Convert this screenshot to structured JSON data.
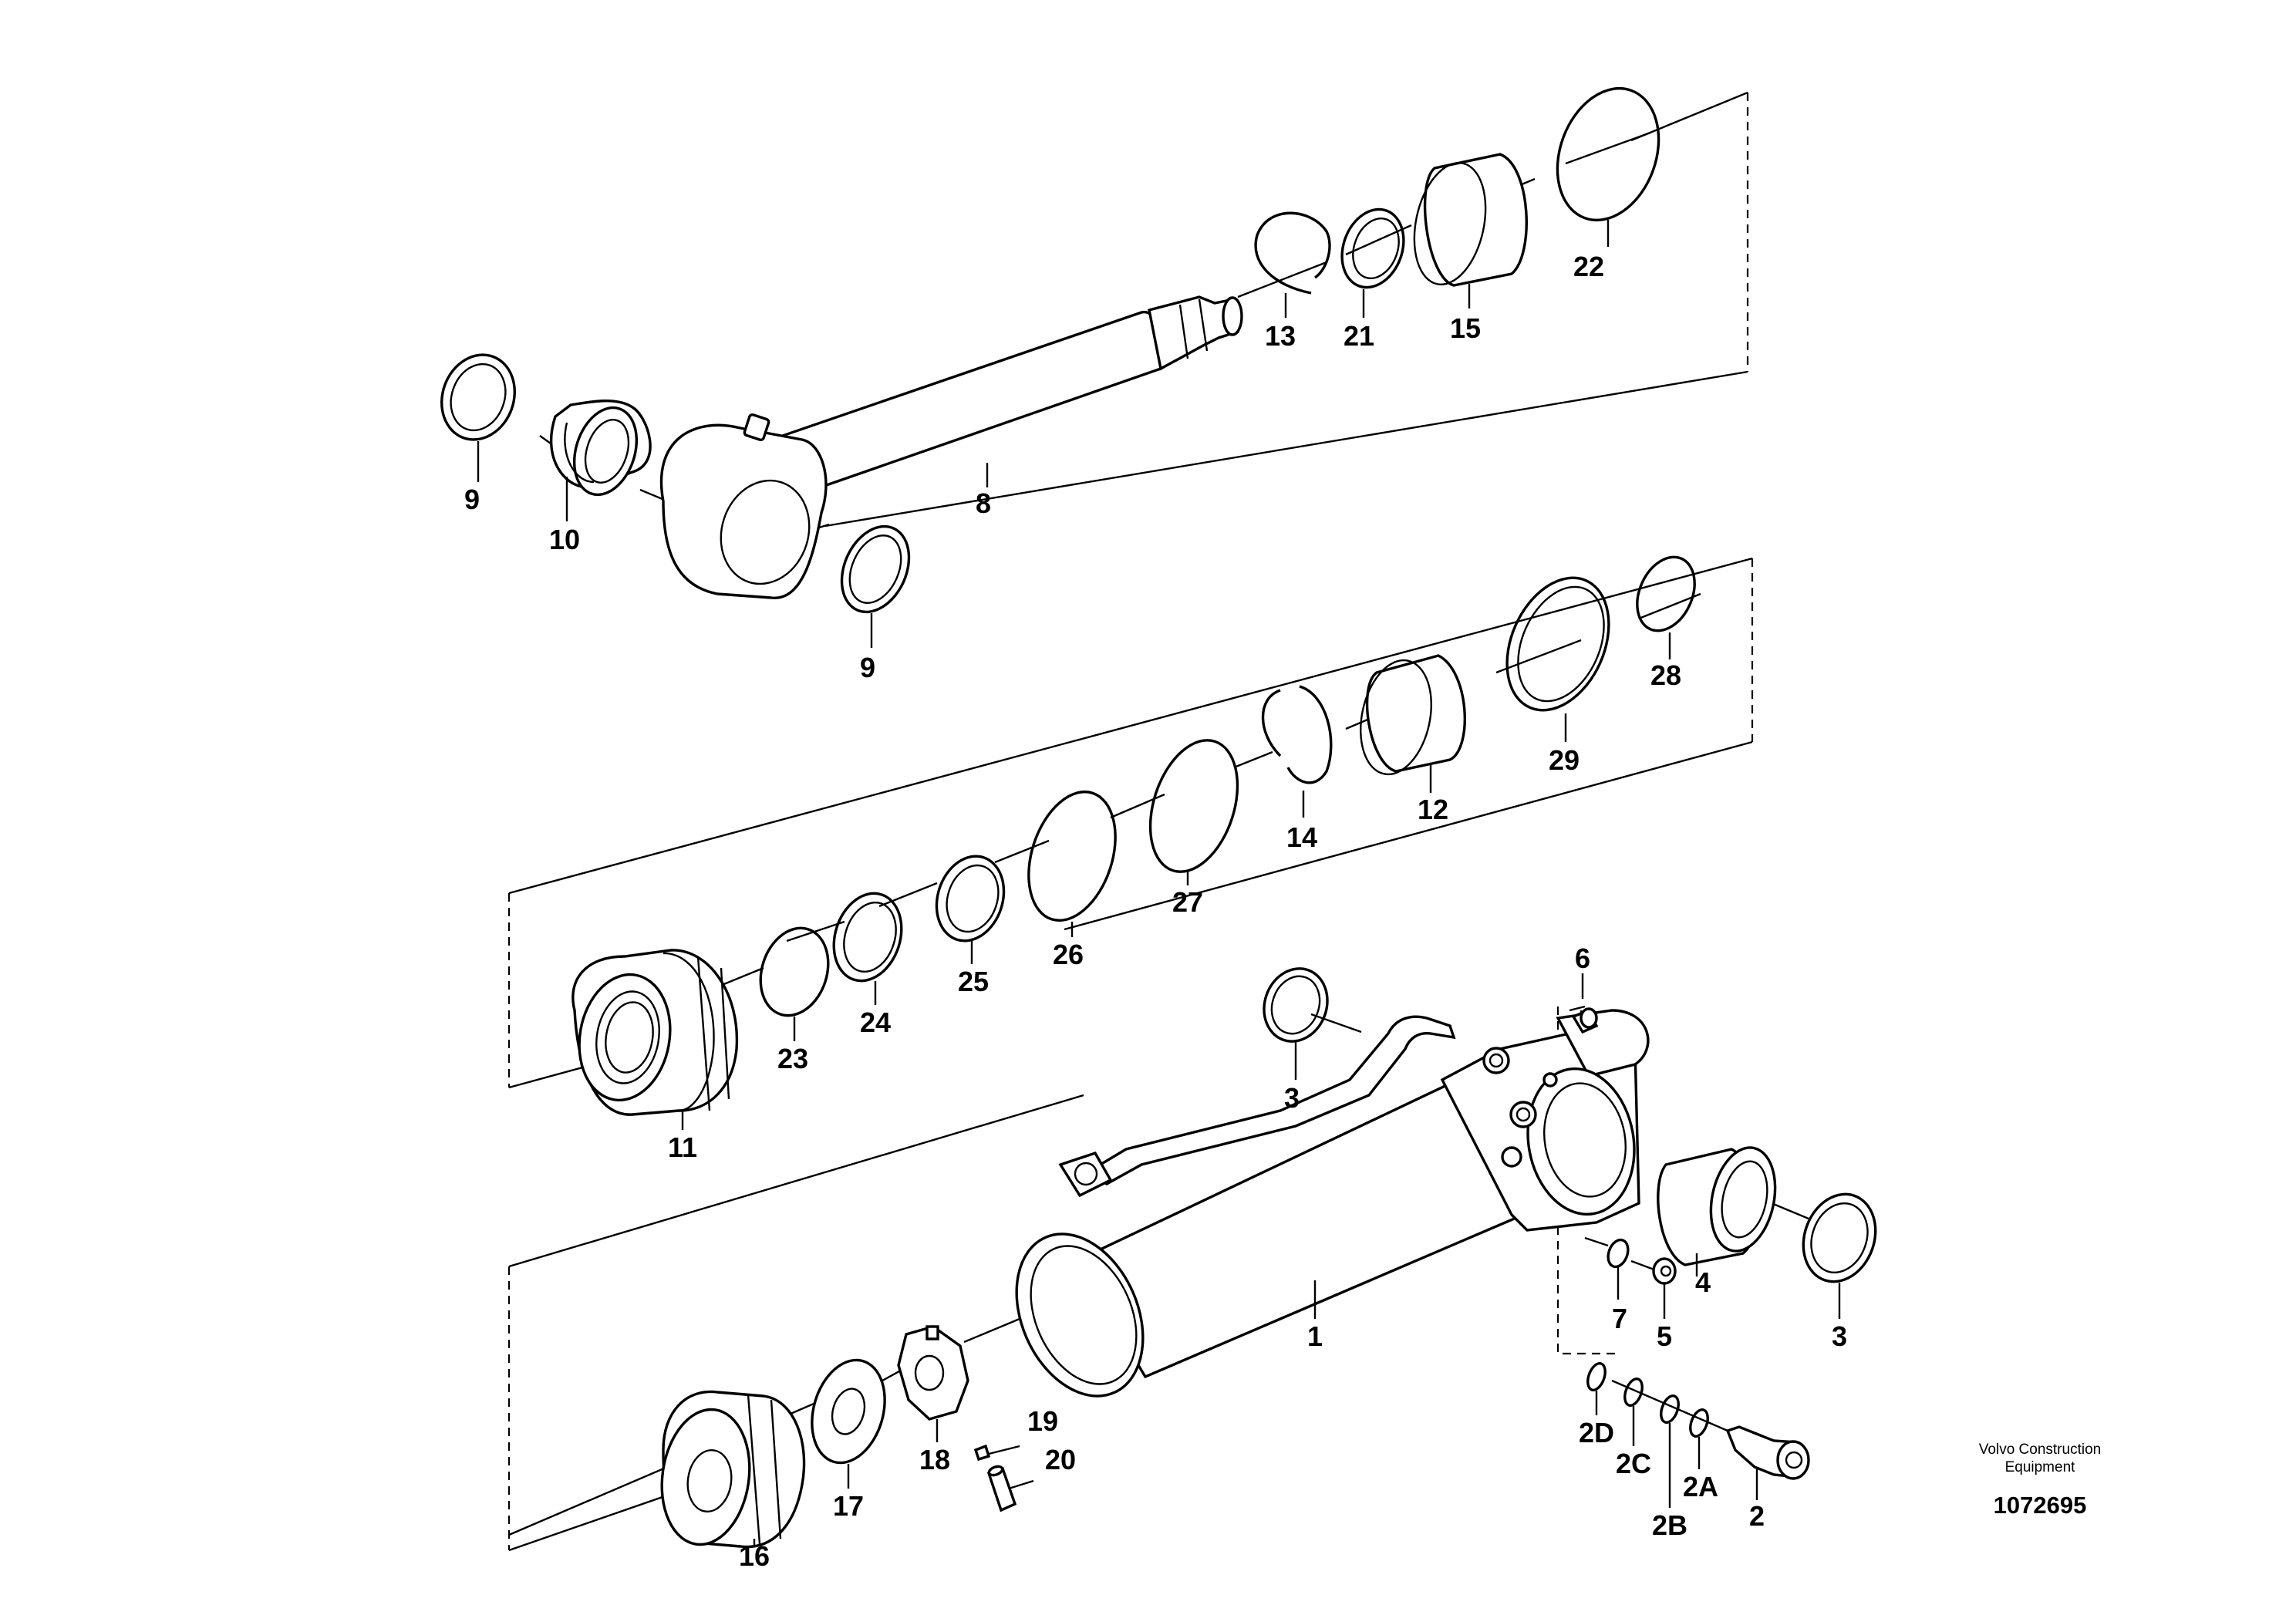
{
  "diagram": {
    "labels": {
      "l1": "1",
      "l2": "2",
      "l2a": "2A",
      "l2b": "2B",
      "l2c": "2C",
      "l2d": "2D",
      "l3a": "3",
      "l3b": "3",
      "l4": "4",
      "l5": "5",
      "l6": "6",
      "l7": "7",
      "l8": "8",
      "l9a": "9",
      "l9b": "9",
      "l10": "10",
      "l11": "11",
      "l12": "12",
      "l13": "13",
      "l14": "14",
      "l15": "15",
      "l16": "16",
      "l17": "17",
      "l18": "18",
      "l19": "19",
      "l20": "20",
      "l21": "21",
      "l22": "22",
      "l23": "23",
      "l24": "24",
      "l25": "25",
      "l26": "26",
      "l27": "27",
      "l28": "28",
      "l29": "29"
    },
    "footer": {
      "brand_line1": "Volvo Construction",
      "brand_line2": "Equipment",
      "doc_number": "1072695"
    }
  }
}
